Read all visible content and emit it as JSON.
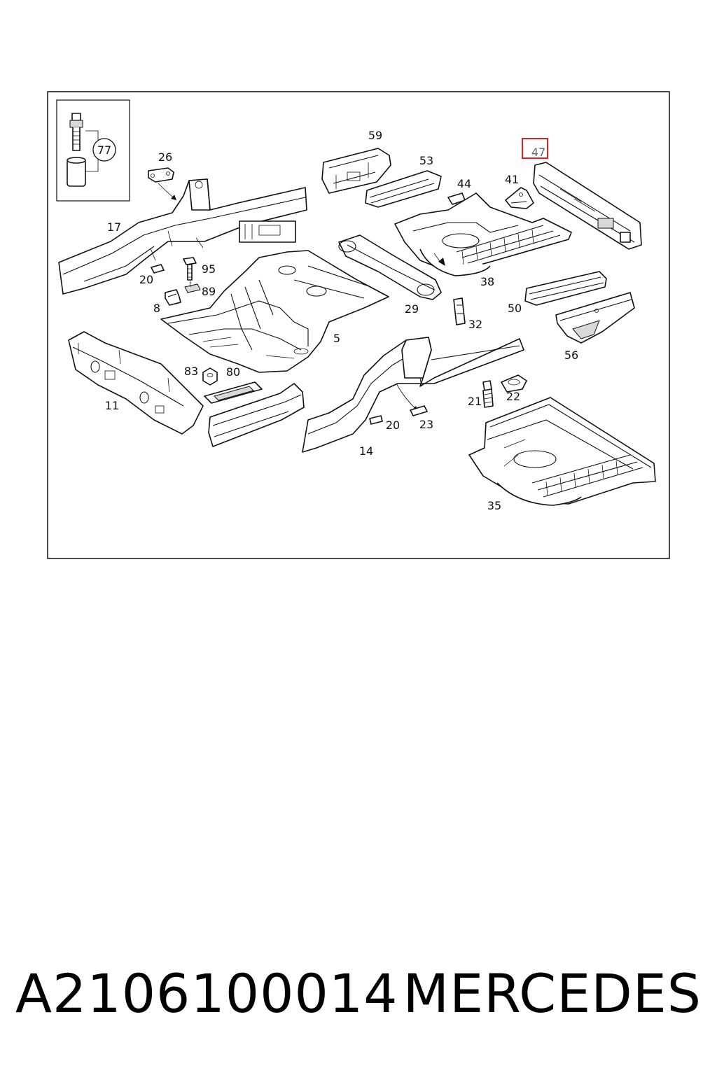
{
  "parts": {
    "p77": "77",
    "p26": "26",
    "p17": "17",
    "p20a": "20",
    "p95": "95",
    "p89": "89",
    "p8": "8",
    "p59": "59",
    "p53": "53",
    "p44": "44",
    "p41": "41",
    "p47": "47",
    "p38": "38",
    "p29": "29",
    "p32": "32",
    "p50": "50",
    "p56": "56",
    "p5": "5",
    "p83": "83",
    "p80": "80",
    "p11": "11",
    "p14": "14",
    "p20b": "20",
    "p23": "23",
    "p21": "21",
    "p22": "22",
    "p35": "35"
  },
  "highlight": {
    "part": "47",
    "color": "#e02020"
  },
  "caption": {
    "part_number": "A2106100014",
    "brand": "MERCEDES"
  }
}
